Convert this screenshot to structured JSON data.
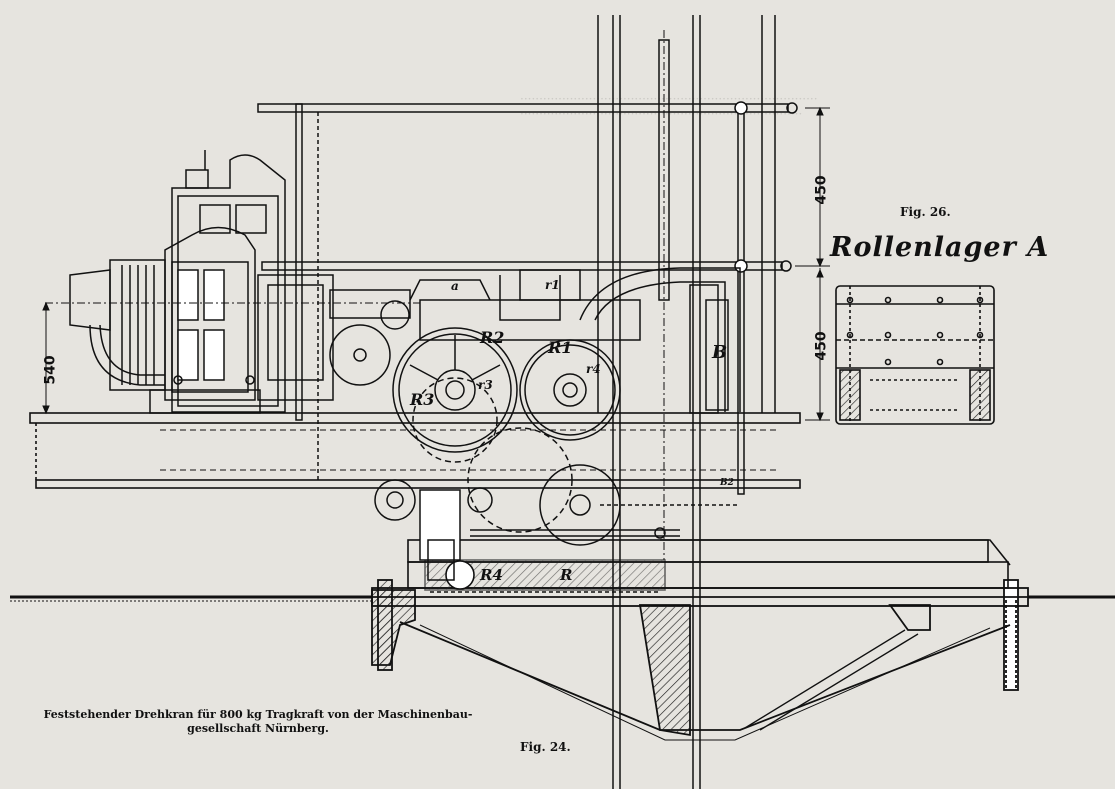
{
  "caption_main": "Feststehender Drehkran für 800 kg Tragkraft von der Maschinenbau-gesellschaft Nürnberg.",
  "fig24_label": "Fig. 24.",
  "fig26_label": "Fig. 26.",
  "fig26_title": "Rollenlager A",
  "dimensions": {
    "d540": "540",
    "d450_top": "450",
    "d450_bottom": "450"
  },
  "labels": {
    "a": "a",
    "r1": "r1",
    "R2": "R2",
    "R1": "R1",
    "r3": "r3",
    "r4": "r4",
    "R3": "R3",
    "B": "B",
    "B2": "B2",
    "R4": "R4",
    "Rk": "R"
  }
}
